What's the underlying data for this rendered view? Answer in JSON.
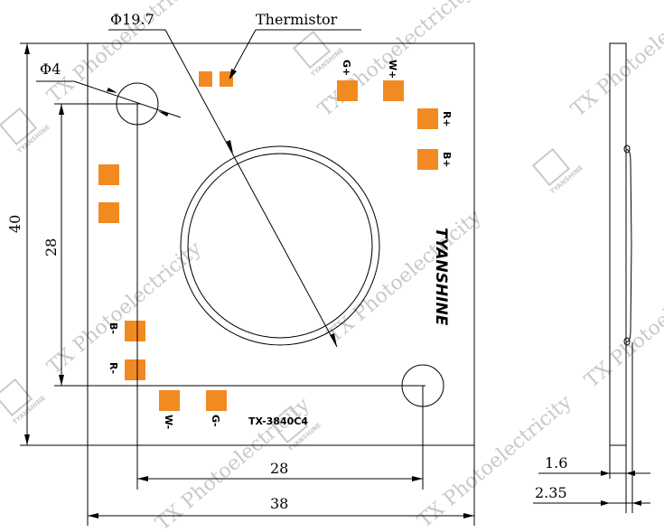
{
  "board": {
    "brand": "TYANSHINE",
    "model": "TX-3840C4",
    "thermistor_label": "Thermistor"
  },
  "dimensions": {
    "led_diameter": "Φ19.7",
    "hole_diameter": "Φ4",
    "height_total": "40",
    "height_hole_pitch": "28",
    "width_hole_pitch": "28",
    "width_total": "38",
    "side_thickness_1": "1.6",
    "side_thickness_2": "2.35"
  },
  "pads": {
    "g_plus": "G+",
    "w_plus": "W+",
    "r_plus": "R+",
    "b_plus": "B+",
    "b_minus": "B-",
    "r_minus": "R-",
    "w_minus": "W-",
    "g_minus": "G-"
  },
  "watermark": {
    "text": "TX Photoelectricity",
    "logo": "TYANSHINE"
  },
  "colors": {
    "pad": "#f28a22",
    "watermark": "#c9c9c9",
    "line": "#000000"
  }
}
